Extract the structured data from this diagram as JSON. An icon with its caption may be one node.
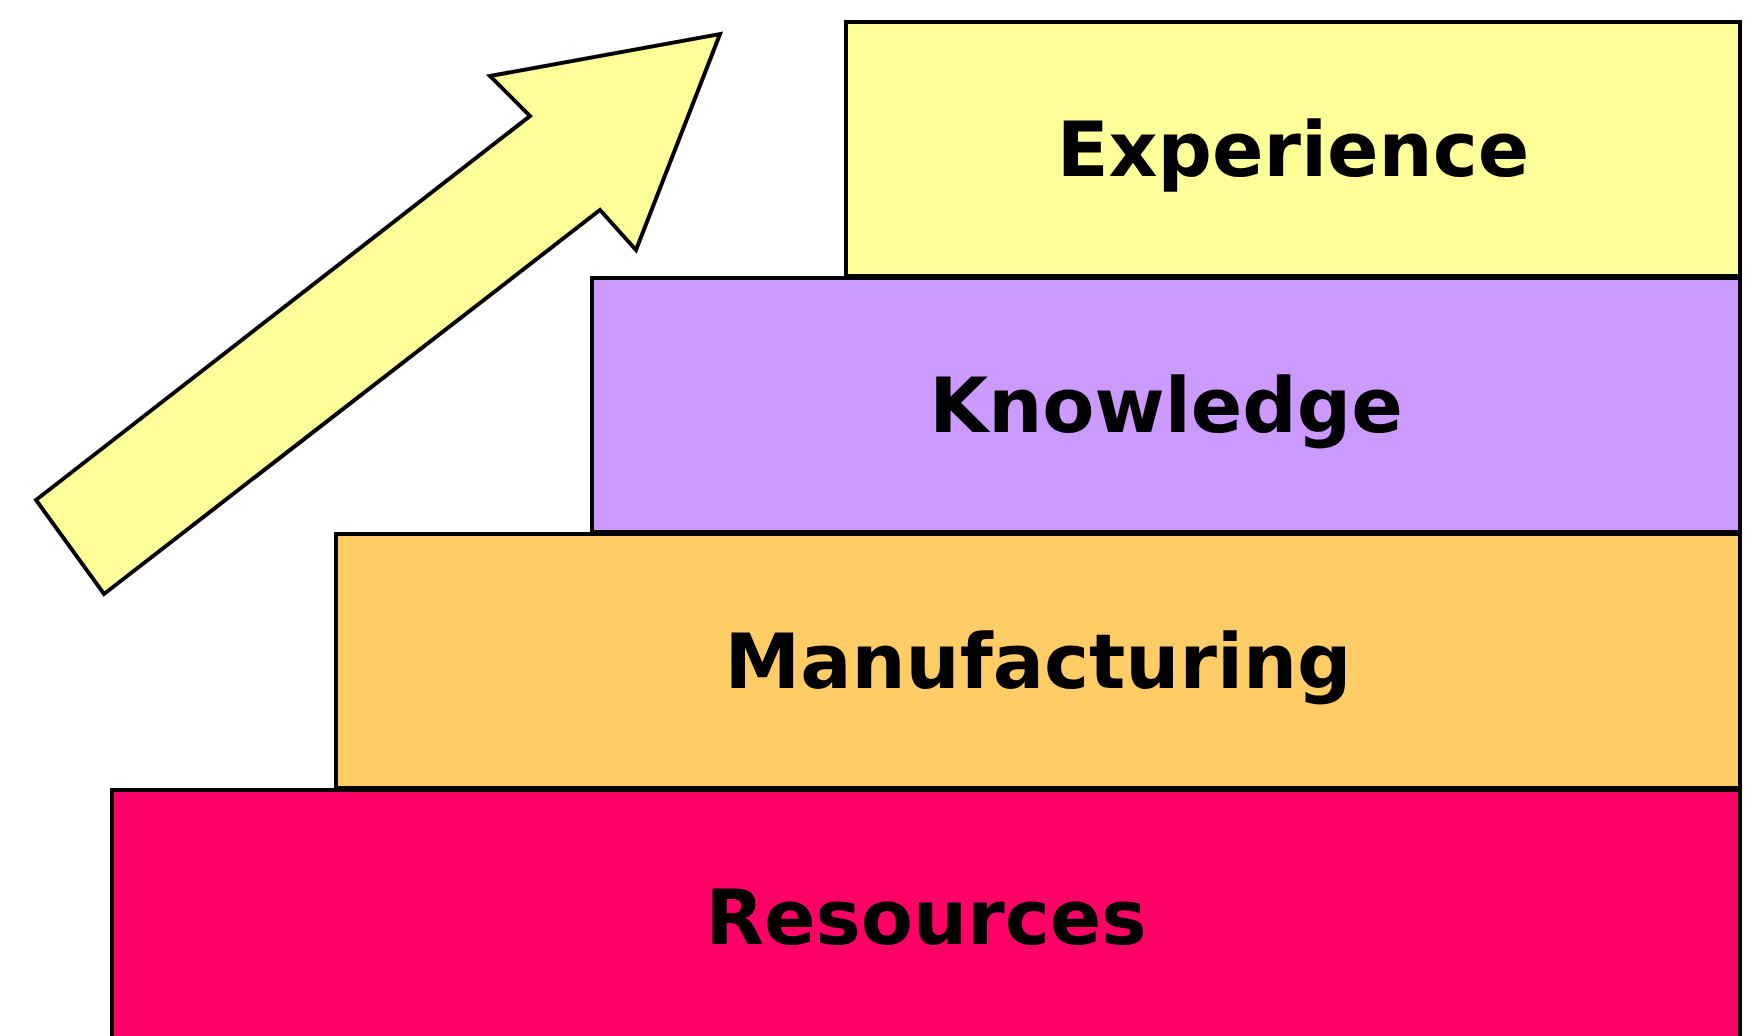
{
  "diagram": {
    "nodes": [
      {
        "text": [
          "Experience"
        ]
      },
      {
        "text": [
          "Knowledge"
        ]
      },
      {
        "text": [
          "Manufacturing"
        ]
      },
      {
        "text": [
          "Resources"
        ]
      }
    ]
  }
}
